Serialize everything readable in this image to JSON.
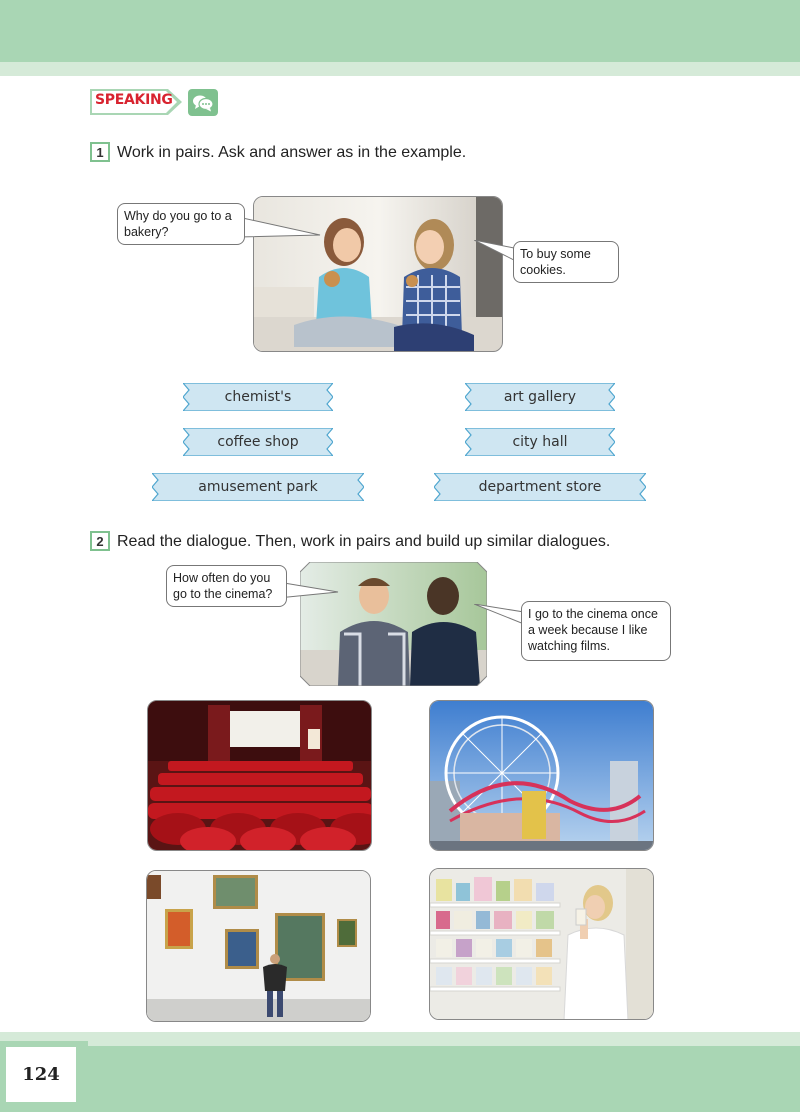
{
  "header": {
    "section_label": "SPEAKING"
  },
  "exercise1": {
    "number": "1",
    "instruction": "Work in pairs. Ask and answer as in the example.",
    "bubble_question": "Why do you go to a bakery?",
    "bubble_answer": "To buy some cookies.",
    "places": [
      "chemist's",
      "art gallery",
      "coffee shop",
      "city hall",
      "amusement park",
      "department store"
    ]
  },
  "exercise2": {
    "number": "2",
    "instruction": "Read the dialogue. Then, work in pairs and build up similar dialogues.",
    "bubble_question": "How often do you go to the cinema?",
    "bubble_answer": "I go to the cinema once a week because I like watching films."
  },
  "footer": {
    "page_number": "124"
  },
  "colors": {
    "band": "#a9d6b4",
    "band_light": "#d5ead8",
    "accent_red": "#d8232f",
    "ribbon_fill": "#cfe6f2",
    "ribbon_edge": "#4fa6cf"
  }
}
